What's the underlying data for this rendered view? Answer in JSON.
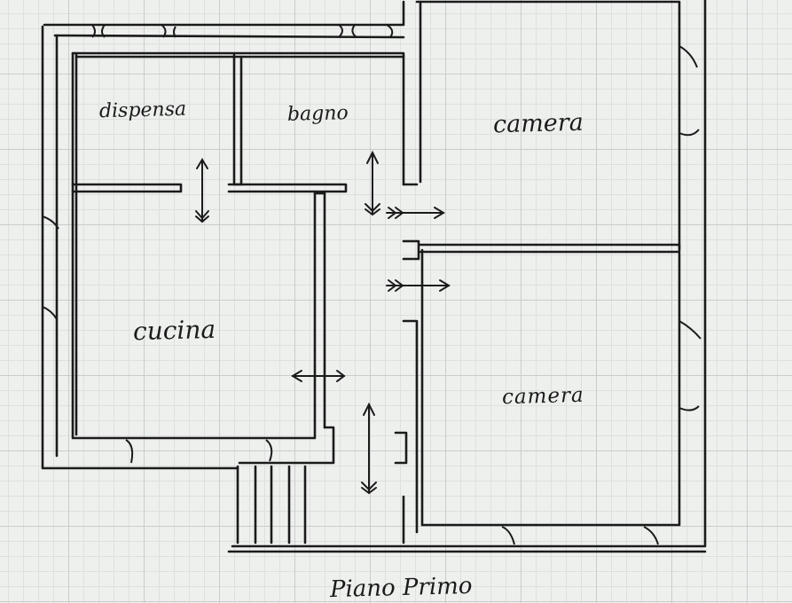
{
  "rooms": {
    "dispensa": "dispensa",
    "bagno": "bagno",
    "camera_1": "camera",
    "cucina": "cucina",
    "camera_2": "camera"
  },
  "caption": "Piano Primo",
  "colors": {
    "ink": "#1b1b1b",
    "paper": "#eef0ee",
    "grid": "#c9cdca"
  }
}
